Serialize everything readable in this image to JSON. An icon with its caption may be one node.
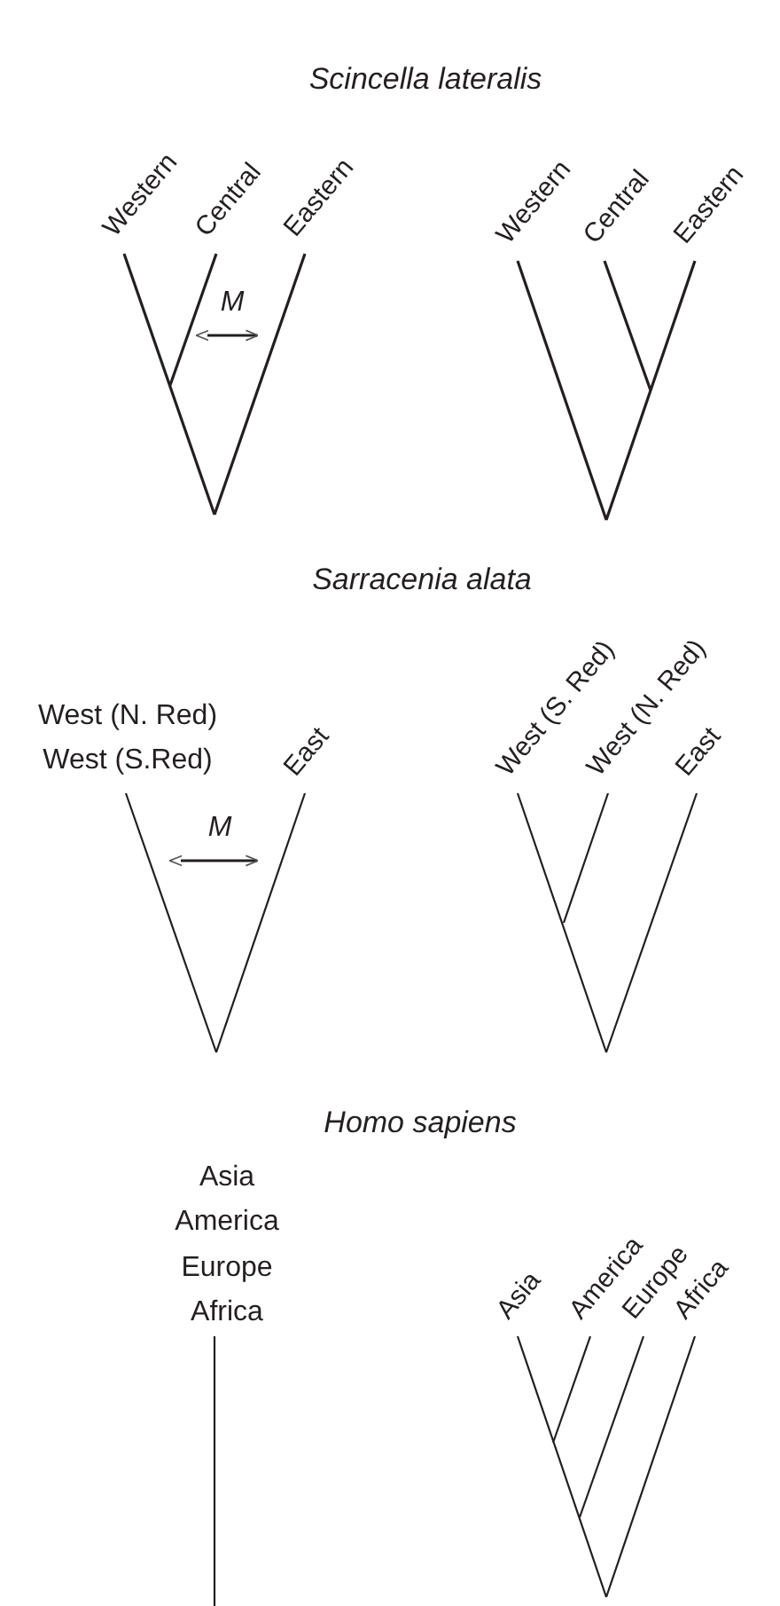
{
  "diagram": {
    "labels": [
      "Scincella lateralis",
      "Western",
      "Central",
      "Eastern",
      "M",
      "Western",
      "Central",
      "Eastern",
      "Sarracenia alata",
      "West (N. Red)",
      "West (S.Red)",
      "East",
      "M",
      "West (S. Red)",
      "West (N. Red)",
      "East",
      "Homo sapiens",
      "Asia",
      "America",
      "Europe",
      "Africa",
      "Asia",
      "America",
      "Europe",
      "Africa"
    ]
  }
}
